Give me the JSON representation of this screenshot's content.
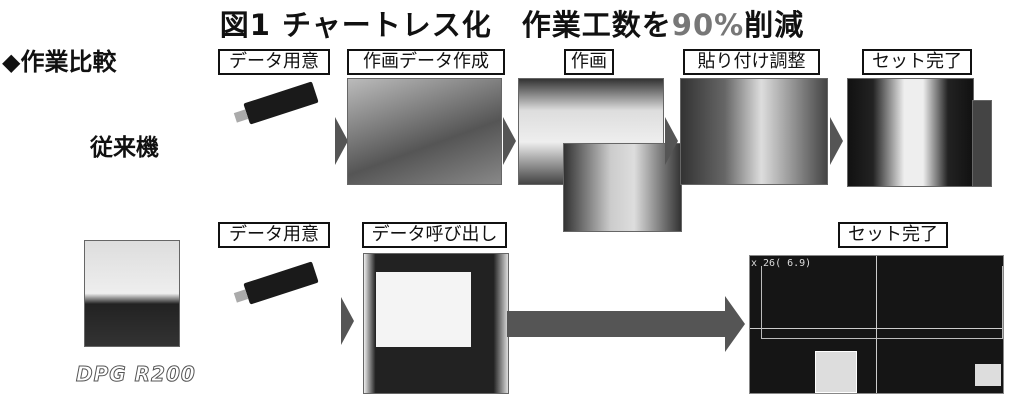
{
  "title": {
    "prefix": "図1 チャートレス化　作業工数を",
    "highlight": "90%",
    "suffix": "削減"
  },
  "section": "◆作業比較",
  "conventional": {
    "label": "従来機",
    "steps": [
      "データ用意",
      "作画データ作成",
      "作画",
      "貼り付け調整",
      "セット完了"
    ]
  },
  "new": {
    "model": "DPG R200",
    "steps": [
      "データ用意",
      "データ呼び出し",
      "セット完了"
    ],
    "screen_readout": "x 26( 6.9)"
  },
  "colors": {
    "arrow": "#555555",
    "highlight": "#777777"
  }
}
